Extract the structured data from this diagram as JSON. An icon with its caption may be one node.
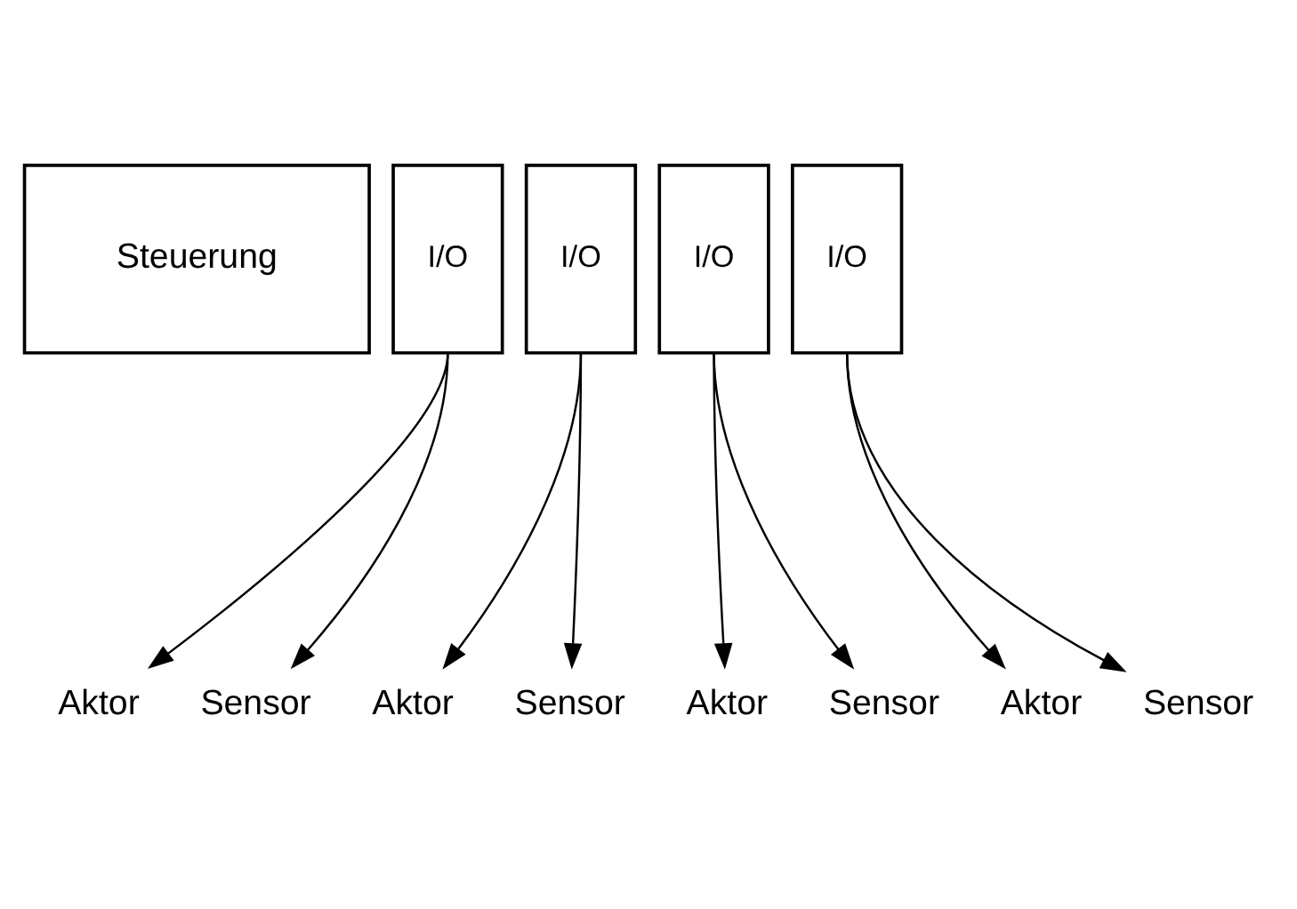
{
  "diagram": {
    "nodes": [
      {
        "text": [
          "Steuerung"
        ]
      },
      {
        "text": [
          "I/O"
        ]
      },
      {
        "text": [
          "I/O"
        ]
      },
      {
        "text": [
          "I/O"
        ]
      },
      {
        "text": [
          "I/O"
        ]
      },
      {
        "text": [
          "Aktor"
        ]
      },
      {
        "text": [
          "Sensor"
        ]
      },
      {
        "text": [
          "Aktor"
        ]
      },
      {
        "text": [
          "Sensor"
        ]
      },
      {
        "text": [
          "Aktor"
        ]
      },
      {
        "text": [
          "Sensor"
        ]
      },
      {
        "text": [
          "Aktor"
        ]
      },
      {
        "text": [
          "Sensor"
        ]
      }
    ],
    "edges": [
      {
        "from": 1,
        "to": 5,
        "arrow": "to"
      },
      {
        "from": 1,
        "to": 6,
        "arrow": "to"
      },
      {
        "from": 2,
        "to": 7,
        "arrow": "to"
      },
      {
        "from": 2,
        "to": 8,
        "arrow": "to"
      },
      {
        "from": 3,
        "to": 9,
        "arrow": "to"
      },
      {
        "from": 3,
        "to": 10,
        "arrow": "to"
      },
      {
        "from": 4,
        "to": 11,
        "arrow": "to"
      },
      {
        "from": 4,
        "to": 12,
        "arrow": "to"
      }
    ]
  }
}
